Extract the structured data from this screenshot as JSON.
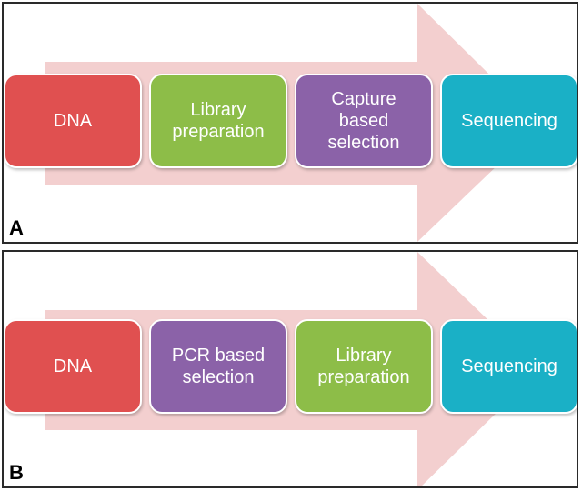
{
  "colors": {
    "arrow": "#f3cfcf",
    "dna": "#e05050",
    "green": "#8dbd48",
    "purple": "#8b62a8",
    "teal": "#1ab0c6"
  },
  "panel_a": {
    "label": "A",
    "steps": [
      {
        "text": "DNA",
        "color": "#e05050"
      },
      {
        "text": "Library\npreparation",
        "color": "#8dbd48"
      },
      {
        "text": "Capture\nbased\nselection",
        "color": "#8b62a8"
      },
      {
        "text": "Sequencing",
        "color": "#1ab0c6"
      }
    ]
  },
  "panel_b": {
    "label": "B",
    "steps": [
      {
        "text": "DNA",
        "color": "#e05050"
      },
      {
        "text": "PCR based\nselection",
        "color": "#8b62a8"
      },
      {
        "text": "Library\npreparation",
        "color": "#8dbd48"
      },
      {
        "text": "Sequencing",
        "color": "#1ab0c6"
      }
    ]
  }
}
